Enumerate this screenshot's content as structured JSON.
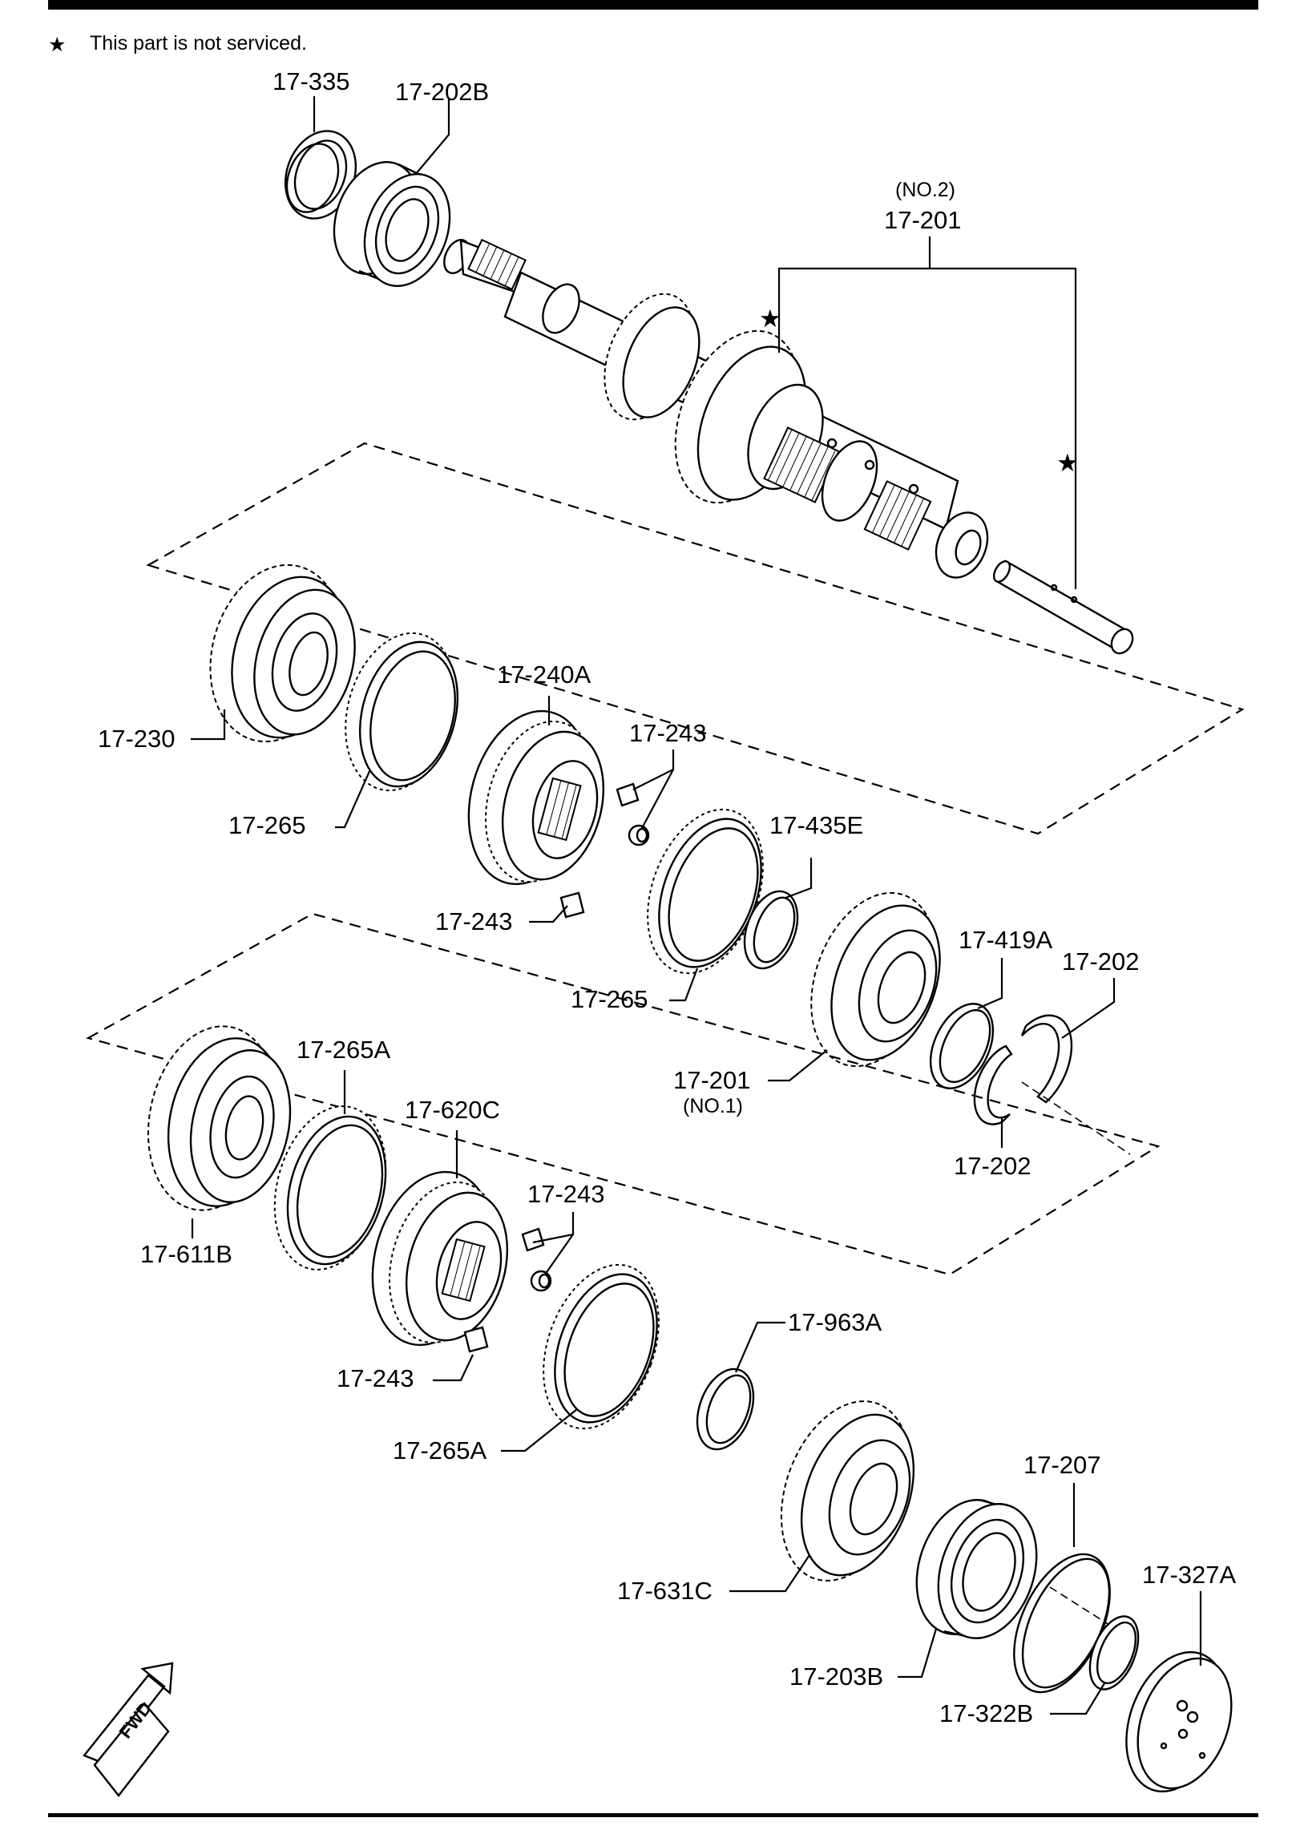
{
  "header": {
    "note_symbol": "★",
    "note_text": "This part is not serviced."
  },
  "labels": {
    "l_335": "17-335",
    "l_202b": "17-202B",
    "l_201_no2_sub": "(NO.2)",
    "l_201_no2": "17-201",
    "l_230": "17-230",
    "l_265_top": "17-265",
    "l_240a": "17-240A",
    "l_243_a": "17-243",
    "l_243_b": "17-243",
    "l_435e": "17-435E",
    "l_265_mid": "17-265",
    "l_419a": "17-419A",
    "l_202_a": "17-202",
    "l_201_no1": "17-201",
    "l_201_no1_sub": "(NO.1)",
    "l_202_b": "17-202",
    "l_265a_top": "17-265A",
    "l_611b": "17-611B",
    "l_620c": "17-620C",
    "l_243_c": "17-243",
    "l_243_d": "17-243",
    "l_963a": "17-963A",
    "l_265a_bot": "17-265A",
    "l_207": "17-207",
    "l_327a": "17-327A",
    "l_631c": "17-631C",
    "l_203b": "17-203B",
    "l_322b": "17-322B"
  },
  "fwd_badge": "FWD",
  "colors": {
    "line": "#000000",
    "background": "#ffffff"
  }
}
